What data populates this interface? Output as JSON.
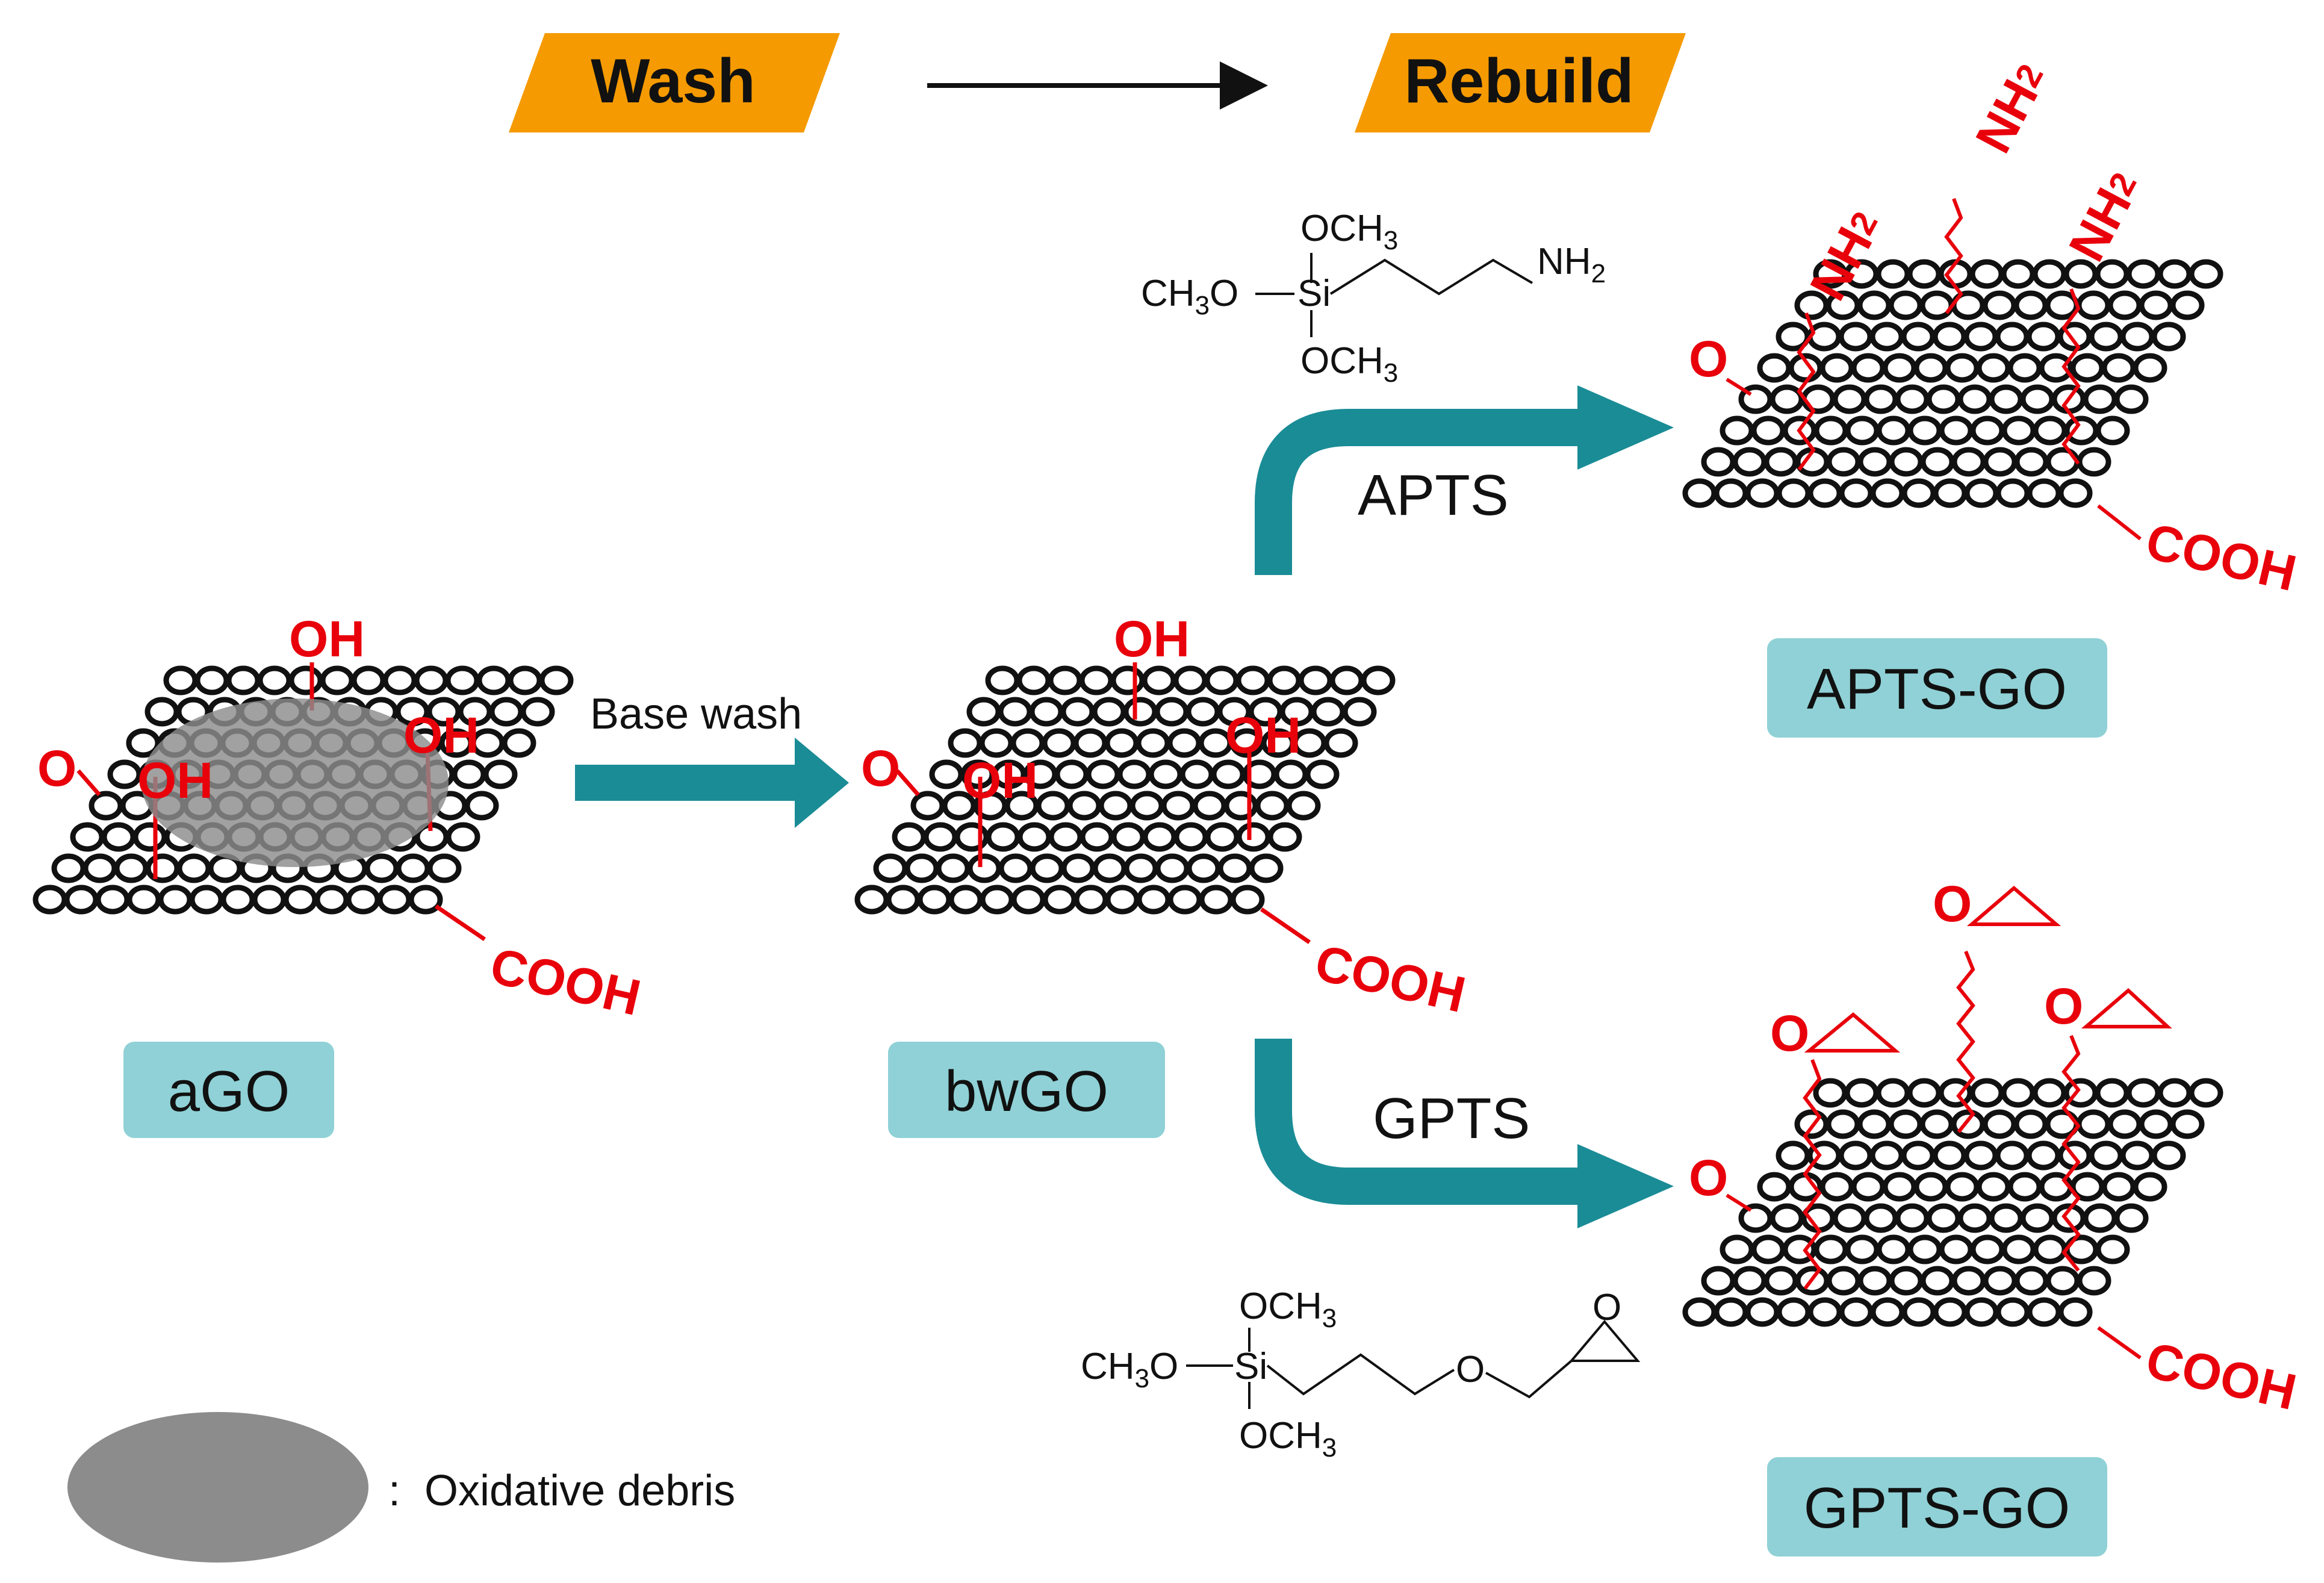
{
  "stages": {
    "wash": "Wash",
    "rebuild": "Rebuild"
  },
  "labels": {
    "ago": "aGO",
    "bwgo": "bwGO",
    "aptsgo": "APTS-GO",
    "gptsgo": "GPTS-GO"
  },
  "arrows": {
    "base_wash": "Base wash",
    "apts": "APTS",
    "gpts": "GPTS"
  },
  "groups": {
    "oh": "OH",
    "o": "O",
    "cooh": "COOH",
    "nh2": "NH",
    "sub2": "2"
  },
  "reagents": {
    "apts": {
      "och3": "OCH",
      "ch3o": "CH",
      "ch3o_tail": "O",
      "si": "Si",
      "nh2": "NH",
      "sub3": "3",
      "sub2": "2"
    },
    "gpts": {
      "och3": "OCH",
      "ch3o": "CH",
      "ch3o_tail": "O",
      "si": "Si",
      "ether_o": "O",
      "epoxy_o": "O",
      "sub3": "3"
    }
  },
  "legend": {
    "colon": ":",
    "text": "Oxidative debris"
  },
  "colors": {
    "stage_fill": "#f59a00",
    "arrow_teal": "#1a8c96",
    "label_box": "#8fd1d6",
    "debris": "#8c8c8c",
    "functional_red": "#e8000b",
    "lattice": "#111111"
  }
}
